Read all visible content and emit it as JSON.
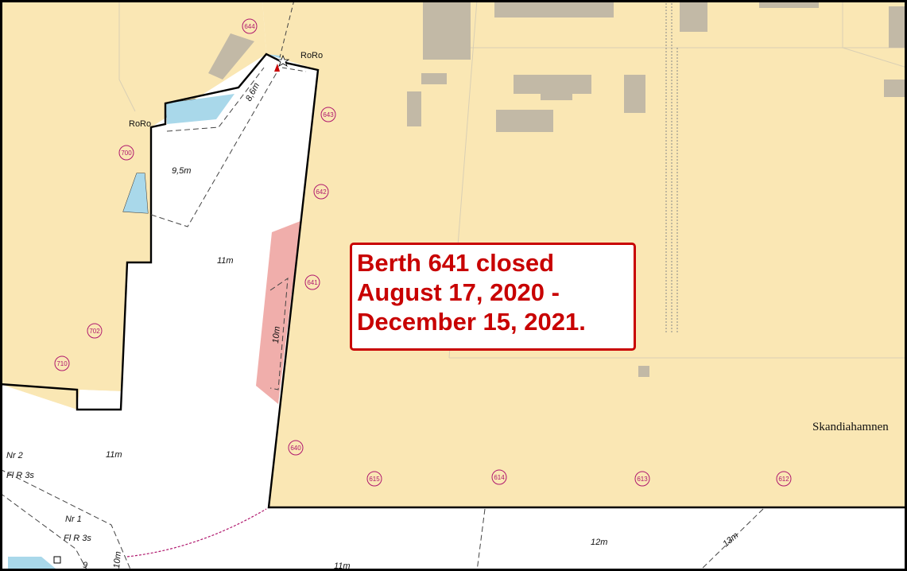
{
  "notice": {
    "lines": [
      "Berth 641 closed",
      "August 17, 2020 -",
      "December 15, 2021."
    ],
    "text_color": "#c80000",
    "border_color": "#c80000"
  },
  "labels": {
    "roro_top": "RoRo",
    "roro_left": "RoRo",
    "harbour_name": "Skandiahamnen",
    "nr2": "Nr 2",
    "nr2_light": "Fl R 3s",
    "nr1": "Nr 1",
    "nr1_light": "Fl R 3s"
  },
  "depths": {
    "d86": "8,6m",
    "d95": "9,5m",
    "d11_upper": "11m",
    "d10_berth": "10m",
    "d11_left": "11m",
    "d12": "12m",
    "d13": "13m",
    "d11_bottom": "11m",
    "d10_bottom": "10m",
    "d9_bottom": "9"
  },
  "berths": {
    "b644": "644",
    "b643": "643",
    "b642": "642",
    "b641": "641",
    "b640": "640",
    "b700": "700",
    "b702": "702",
    "b710": "710",
    "b615": "615",
    "b614": "614",
    "b613": "613",
    "b612": "612"
  },
  "colors": {
    "land": "#fae7b4",
    "water": "#ffffff",
    "shallow_water": "#a9d8ea",
    "building": "#c2b9a6",
    "closed_area": "#eea5a2",
    "berth_marker": "#b0186e"
  }
}
